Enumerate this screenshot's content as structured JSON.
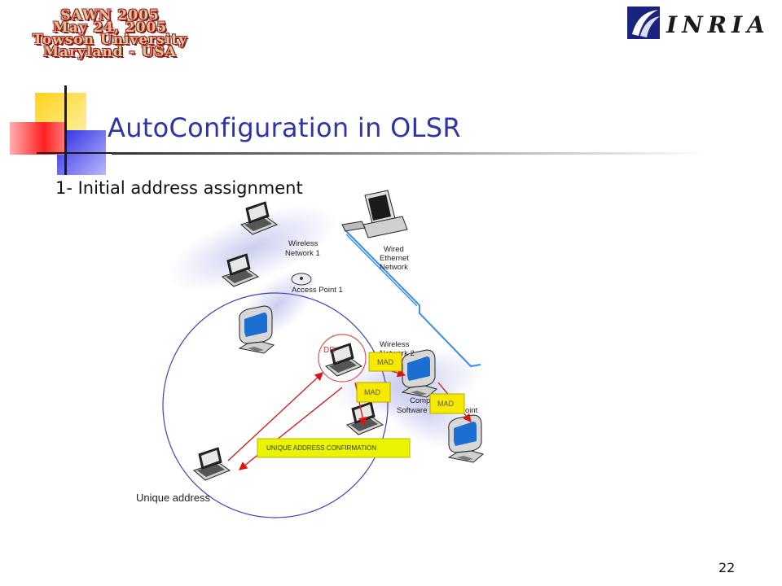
{
  "header": {
    "stamp_lines": [
      "SAWN 2005",
      "May 24, 2005",
      "Towson University",
      "Maryland - USA"
    ],
    "logo_text": "INRIA"
  },
  "slide": {
    "title": "AutoConfiguration  in OLSR",
    "subtitle": "1- Initial address assignment",
    "page_number": "22"
  },
  "diagram": {
    "labels": {
      "wireless_network_1": [
        "Wireless",
        "Network 1"
      ],
      "access_point_1": "Access Point 1",
      "wired_network": [
        "Wired",
        "Ethernet",
        "Network"
      ],
      "wireless_network_2": [
        "Wireless",
        "Network 2"
      ],
      "access_point_2_partial": [
        "Comp",
        "Software",
        "oint"
      ],
      "dr": "DR",
      "mad": "MAD",
      "confirmation": "UNIQUE ADDRESS CONFIRMATION",
      "unique_address": "Unique address"
    },
    "colors": {
      "title": "#2d35a8",
      "mad_fill": "#f6e800",
      "confirmation_fill": "#eaf400",
      "arrow_red": "#e01010",
      "circle_blue": "#4040c0",
      "wired_link": "#3a8ee8"
    }
  }
}
